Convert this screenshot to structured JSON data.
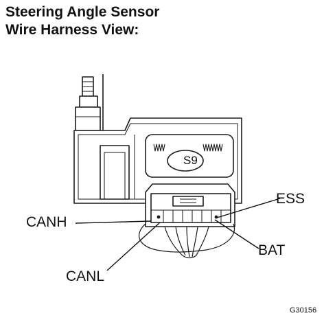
{
  "title": {
    "line1": "Steering Angle Sensor",
    "line2": "Wire Harness View:"
  },
  "connector": {
    "code": "S9"
  },
  "pins": {
    "canh": "CANH",
    "canl": "CANL",
    "ess": "ESS",
    "bat": "BAT"
  },
  "figure_code": "G30156"
}
